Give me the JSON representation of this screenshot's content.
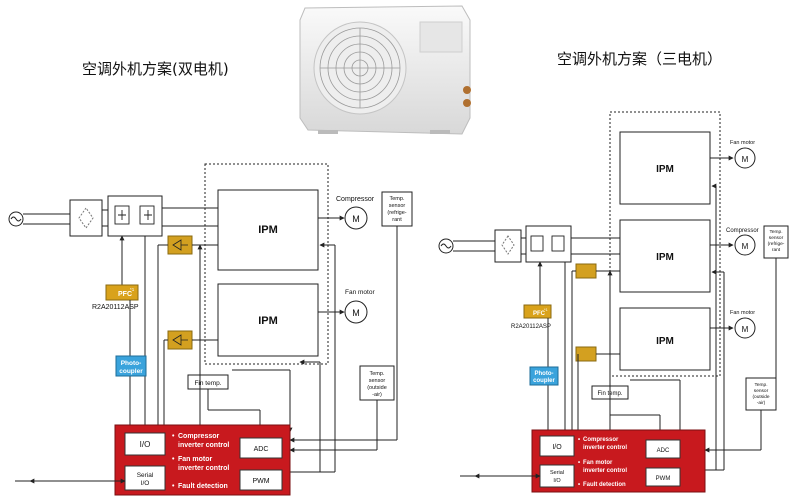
{
  "titles": {
    "left": "空调外机方案(双电机)",
    "right": "空调外机方案（三电机）"
  },
  "left": {
    "ipm_top": "IPM",
    "ipm_bottom": "IPM",
    "compressor": "Compressor",
    "fan_motor": "Fan motor",
    "motor_symbol": "M",
    "temp_sensor_refrig": [
      "Temp.",
      "sensor",
      "(refrige-",
      "rant"
    ],
    "pfc": "PFC",
    "pfc_superscript": "*1",
    "part_number": "R2A20112ASP",
    "photo_coupler": [
      "Photo-",
      "coupler"
    ],
    "fin_temp": "Fin temp.",
    "temp_sensor_outside": [
      "Temp.",
      "sensor",
      "(outside",
      "-air)"
    ],
    "io": "I/O",
    "serial_io": [
      "Serial",
      "I/O"
    ],
    "features": [
      "Compressor",
      "inverter control",
      "Fan motor",
      "inverter control",
      "Fault detection"
    ],
    "adc": "ADC",
    "pwm": "PWM"
  },
  "right": {
    "ipm_1": "IPM",
    "ipm_2": "IPM",
    "ipm_3": "IPM",
    "fan_motor_top": "Fan motor",
    "compressor": "Compressor",
    "fan_motor_bottom": "Fan motor",
    "motor_symbol": "M",
    "temp_sensor_refrig": [
      "Temp.",
      "sensor",
      "(refrige-",
      "rant"
    ],
    "pfc": "PFC",
    "pfc_superscript": "*1",
    "part_number": "R2A20112ASP",
    "photo_coupler": [
      "Photo-",
      "coupler"
    ],
    "fin_temp": "Fin temp.",
    "temp_sensor_outside": [
      "Temp.",
      "sensor",
      "(outside",
      "-air)"
    ],
    "io": "I/O",
    "serial_io": [
      "Serial",
      "I/O"
    ],
    "features": [
      "Compressor",
      "inverter control",
      "Fan motor",
      "inverter control",
      "Fault detection"
    ],
    "adc": "ADC",
    "pwm": "PWM"
  },
  "colors": {
    "mcu_red": "#c8191e",
    "photo_blue": "#3aa3dc",
    "pfc_gold": "#d9a21b",
    "amp_gold": "#d3a020"
  }
}
